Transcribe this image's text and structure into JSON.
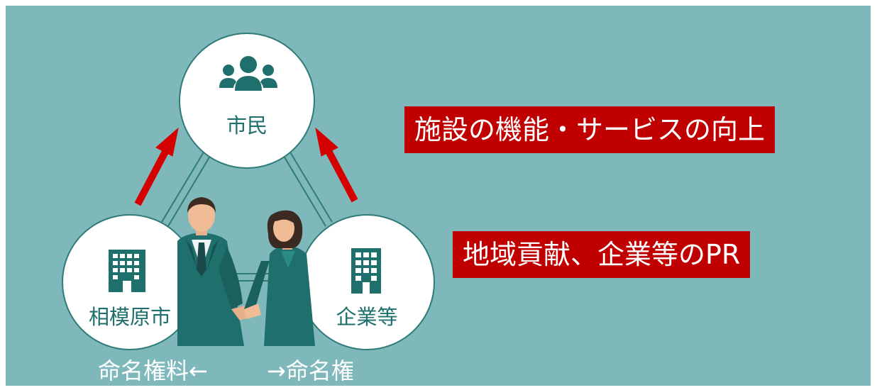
{
  "nodes": {
    "citizens": {
      "label": "市民",
      "icon": "people-group-icon"
    },
    "city": {
      "label": "相模原市",
      "icon": "office-building-icon"
    },
    "companies": {
      "label": "企業等",
      "icon": "company-building-icon"
    }
  },
  "banners": {
    "top": "施設の機能・サービスの向上",
    "bottom": "地域貢献、企業等のPR"
  },
  "labels": {
    "naming_fee": "命名権料←",
    "naming_right": "→命名権"
  },
  "illustration": "handshake-businesspeople-illustration",
  "colors": {
    "background": "#7fb8ba",
    "teal": "#1f6f6c",
    "banner_red": "#c00000",
    "arrow_red": "#d40000"
  }
}
